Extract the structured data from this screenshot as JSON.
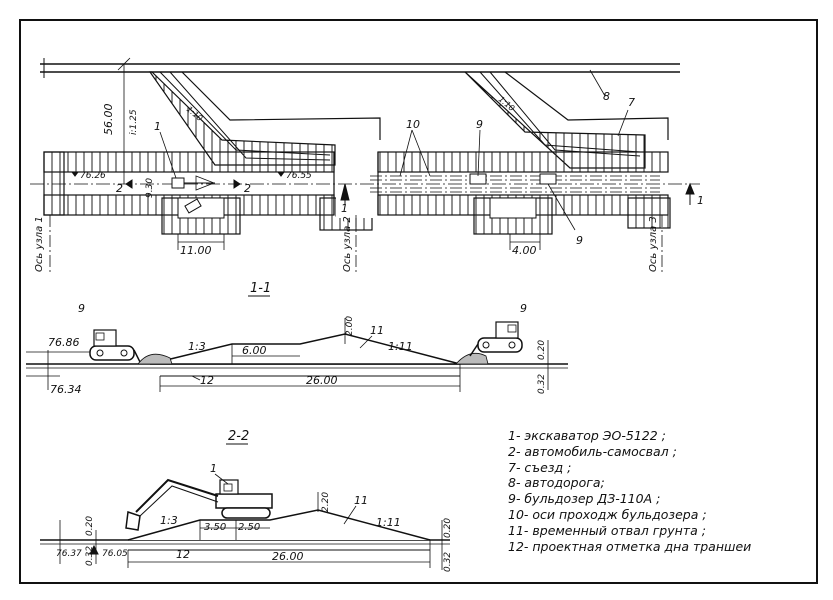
{
  "plan": {
    "dim_56": "56.00",
    "dim_slope": "i:1.25",
    "elev_left": "76.26",
    "elev_mid": "76.55",
    "dim_930": "9.30",
    "dim_1100": "11.00",
    "dim_400": "4.00",
    "sec_mark": "2",
    "sec_mark_1": "1",
    "axis1": "Ось узла 1",
    "axis2": "Ось узла 2",
    "axis3": "Ось узла 3",
    "c1": "1",
    "c7": "7",
    "c8": "8",
    "c9a": "9",
    "c9b": "9",
    "c10": "10",
    "ramp1": "1:10",
    "ramp2": "1:10"
  },
  "section1": {
    "title": "1-1",
    "elev_top": "76.86",
    "elev_bot": "76.34",
    "slope_left": "1:3",
    "slope_right": "1:11",
    "w_top": "6.00",
    "h": "2.00",
    "label11": "11",
    "label12": "12",
    "len": "26.00",
    "d020": "0.20",
    "d032": "0.32",
    "b9l": "9",
    "b9r": "9"
  },
  "section2": {
    "title": "2-2",
    "slope_left": "1:3",
    "slope_right": "1:11",
    "w350": "3.50",
    "w250": "2.50",
    "h": "2.20",
    "label11": "11",
    "label12": "12",
    "len": "26.00",
    "e7637": "76.37",
    "e7605": "76.05",
    "d020l": "0.20",
    "d032l": "0.32",
    "d020r": "0.20",
    "d032r": "0.32",
    "ex1": "1"
  },
  "legend": [
    "1- экскаватор ЭО-5122 ;",
    "2- автомобиль-самосвал ;",
    "7- съезд ;",
    "8- автодорога;",
    "9- бульдозер ДЗ-110А ;",
    "10- оси проходж бульдозера ;",
    "11- временный отвал грунта ;",
    "12- проектная отметка дна траншеи"
  ]
}
